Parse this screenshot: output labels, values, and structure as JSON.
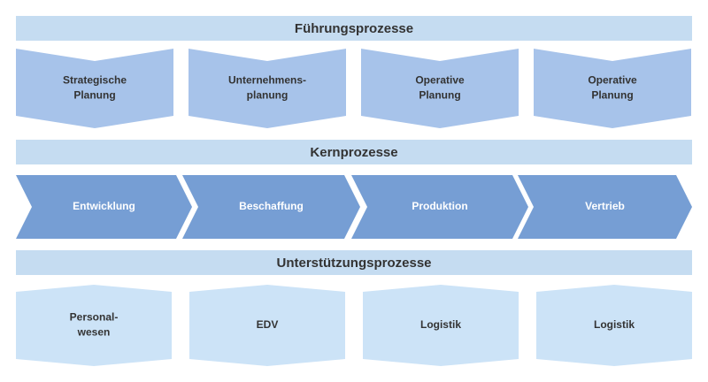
{
  "colors": {
    "band": "#c5dcf1",
    "management_shape": "#a7c3ea",
    "core_shape": "#769ed4",
    "support_shape": "#cce3f7",
    "dark_text": "#333333",
    "light_text": "#ffffff"
  },
  "management": {
    "title": "Führungsprozesse",
    "items": [
      {
        "lines": [
          "Strategische",
          "Planung"
        ]
      },
      {
        "lines": [
          "Unternehmens-",
          "planung"
        ]
      },
      {
        "lines": [
          "Operative",
          "Planung"
        ]
      },
      {
        "lines": [
          "Operative",
          "Planung"
        ]
      }
    ]
  },
  "core": {
    "title": "Kernprozesse",
    "items": [
      {
        "lines": [
          "Entwicklung"
        ]
      },
      {
        "lines": [
          "Beschaffung"
        ]
      },
      {
        "lines": [
          "Produktion"
        ]
      },
      {
        "lines": [
          "Vertrieb"
        ]
      }
    ]
  },
  "support": {
    "title": "Unterstützungsprozesse",
    "items": [
      {
        "lines": [
          "Personal-",
          "wesen"
        ]
      },
      {
        "lines": [
          "EDV"
        ]
      },
      {
        "lines": [
          "Logistik"
        ]
      },
      {
        "lines": [
          "Logistik"
        ]
      }
    ]
  }
}
